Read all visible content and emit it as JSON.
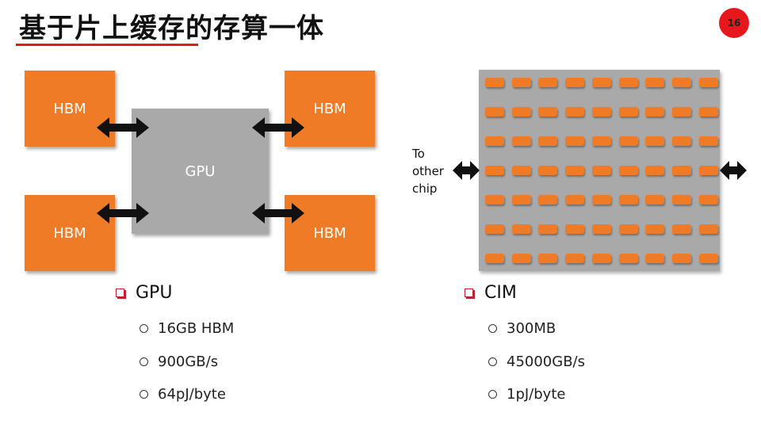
{
  "slide": {
    "title": "基于片上缓存的存算一体",
    "page_number": "16"
  },
  "gpu_diagram": {
    "hbm_label": "HBM",
    "gpu_label": "GPU"
  },
  "cim_diagram": {
    "side_note_lines": [
      "To",
      "other",
      "chip"
    ],
    "grid_rows": 7,
    "grid_cols": 9
  },
  "colors": {
    "accent_red": "#d81e1e",
    "hbm_orange": "#f07b26",
    "chip_gray": "#a9a9a9"
  },
  "gpu_list": {
    "heading": "GPU",
    "items": [
      "16GB HBM",
      "900GB/s",
      "64pJ/byte"
    ]
  },
  "cim_list": {
    "heading": "CIM",
    "items": [
      "300MB",
      "45000GB/s",
      "1pJ/byte"
    ]
  }
}
